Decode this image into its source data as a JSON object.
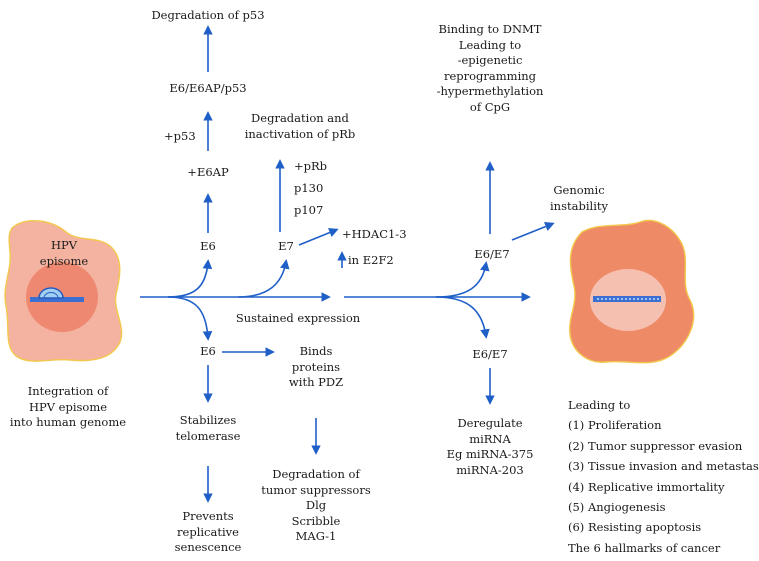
{
  "colors": {
    "arrow": "#1f5fc8",
    "cell_fill": "#f4b3a0",
    "cell_outline": "#f2c94c",
    "cancer_fill": "#ef8a66",
    "nucleus": "#ee8870",
    "cancer_nucleus": "#f6c0b0",
    "plasmid": "#3b6fd1"
  },
  "cell_left": {
    "episome_label": [
      "HPV",
      "episome"
    ],
    "caption": [
      "Integration of",
      "HPV episome",
      "into human genome"
    ]
  },
  "p53_branch": {
    "protein": "E6",
    "step1": "+E6AP",
    "step2": "+p53",
    "complex": "E6/E6AP/p53",
    "result": "Degradation of p53"
  },
  "prb_branch": {
    "protein": "E7",
    "partners": [
      "+pRb",
      "p130",
      "p107"
    ],
    "result": [
      "Degradation and",
      "inactivation of pRb"
    ],
    "hdac": "+HDAC1-3",
    "e2f": "in E2F2"
  },
  "sustained_label": "Sustained expression",
  "pdz_branch": {
    "protein": "E6",
    "binds": [
      "Binds",
      "proteins",
      "with PDZ"
    ],
    "degradation": [
      "Degradation of",
      "tumor suppressors",
      "Dlg",
      "Scribble",
      "MAG-1"
    ]
  },
  "telomerase_branch": {
    "stabilizes": [
      "Stabilizes",
      "telomerase"
    ],
    "prevents": [
      "Prevents",
      "replicative",
      "senescence"
    ]
  },
  "dnmt_branch": {
    "protein": "E6/E7",
    "text": [
      "Binding to DNMT",
      "Leading to",
      "-epigenetic",
      "reprogramming",
      "-hypermethylation",
      "of CpG"
    ],
    "genomic": [
      "Genomic",
      "instability"
    ]
  },
  "mirna_branch": {
    "protein": "E6/E7",
    "text": [
      "Deregulate",
      "miRNA",
      "Eg miRNA-375",
      "miRNA-203"
    ]
  },
  "hallmarks": {
    "header": "Leading to",
    "items": [
      "(1) Proliferation",
      "(2) Tumor suppressor evasion",
      "(3) Tissue invasion and metastasis",
      "(4) Replicative immortality",
      "(5) Angiogenesis",
      "(6) Resisting apoptosis",
      "The 6 hallmarks of cancer"
    ]
  }
}
